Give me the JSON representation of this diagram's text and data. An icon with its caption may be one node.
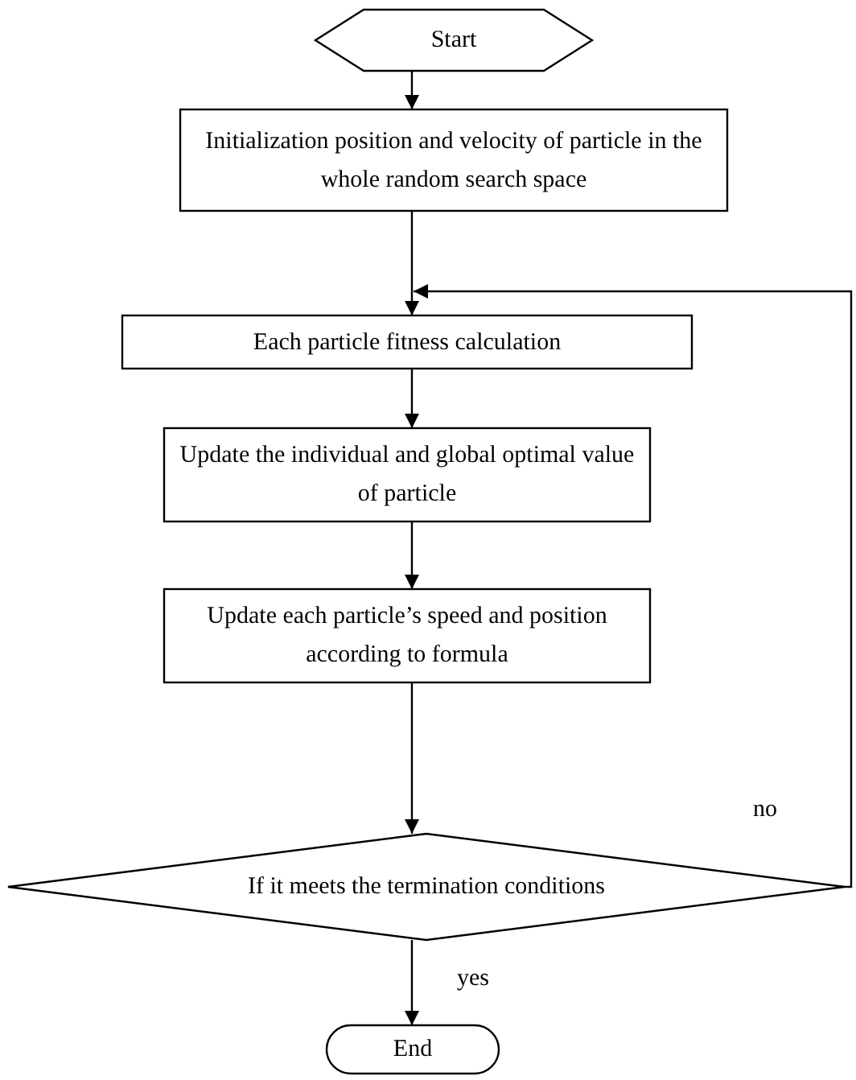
{
  "diagram": {
    "nodes": [
      {
        "text": [
          "Start"
        ]
      },
      {
        "text": [
          "Initialization position and velocity of particle in the whole random search space"
        ]
      },
      {
        "text": [
          "Each particle fitness calculation"
        ]
      },
      {
        "text": [
          "Update the individual and global optimal value of particle"
        ]
      },
      {
        "text": [
          "Update each particle’s speed and position according to formula"
        ]
      },
      {
        "text": [
          "If it meets the termination conditions"
        ]
      },
      {
        "text": [
          "End"
        ]
      }
    ],
    "edges": [
      {
        "from": 0,
        "to": 1,
        "arrow": "to"
      },
      {
        "from": 1,
        "to": 2,
        "arrow": "to"
      },
      {
        "from": 2,
        "to": 3,
        "arrow": "to"
      },
      {
        "from": 3,
        "to": 4,
        "arrow": "to"
      },
      {
        "from": 4,
        "to": 5,
        "arrow": "to"
      },
      {
        "from": 5,
        "to": 6,
        "label": "yes",
        "arrow": "to"
      },
      {
        "from": 5,
        "to": 2,
        "label": "no",
        "arrow": "to"
      }
    ]
  }
}
